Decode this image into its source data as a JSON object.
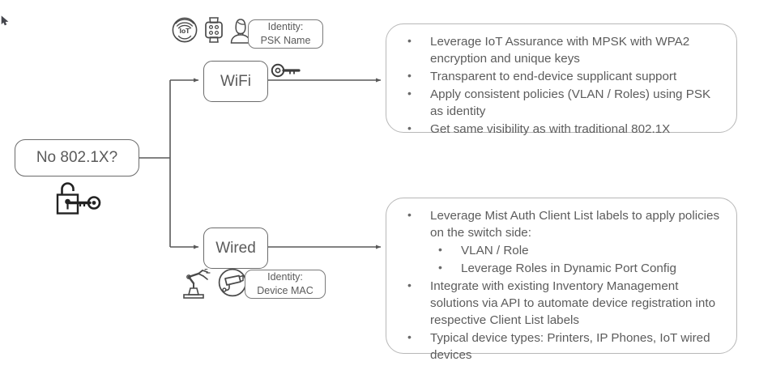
{
  "diagram": {
    "title_node": {
      "label": "No 802.1X?"
    },
    "branches": [
      {
        "label": "WiFi"
      },
      {
        "label": "Wired"
      }
    ],
    "tags": {
      "wifi": {
        "line1": "Identity:",
        "line2": "PSK Name"
      },
      "wired": {
        "line1": "Identity:",
        "line2": "Device MAC"
      }
    },
    "icons": {
      "root": "open-padlock-key-icon",
      "wifi_branch": "key-icon",
      "wifi_devices": [
        "iot-sensor-icon",
        "smartwatch-icon",
        "person-icon"
      ],
      "wired_devices": [
        "robotic-arm-icon",
        "security-camera-icon"
      ],
      "cursor": "mouse-cursor-icon"
    },
    "panels": {
      "wifi": {
        "bullets": [
          {
            "text": "Leverage IoT Assurance with MPSK with WPA2 encryption and unique keys",
            "level": 1
          },
          {
            "text": "Transparent to end-device supplicant support",
            "level": 1
          },
          {
            "text": "Apply consistent policies (VLAN / Roles) using PSK as identity",
            "level": 1
          },
          {
            "text": "Get same visibility as with traditional 802.1X",
            "level": 1
          }
        ]
      },
      "wired": {
        "bullets": [
          {
            "text": "Leverage Mist Auth Client List labels to apply policies on the switch side:",
            "level": 1
          },
          {
            "text": "VLAN / Role",
            "level": 2
          },
          {
            "text": "Leverage Roles in Dynamic Port Config",
            "level": 2
          },
          {
            "text": "Integrate with existing Inventory Management solutions via API to automate device registration into respective Client List labels",
            "level": 1
          },
          {
            "text": "Typical device types: Printers, IP Phones, IoT wired devices",
            "level": 1
          }
        ]
      }
    },
    "colors": {
      "node_border": "#6b6b6b",
      "panel_border": "#b8b8b8",
      "text": "#5a5a5a",
      "connector": "#595959",
      "background": "#ffffff"
    }
  }
}
